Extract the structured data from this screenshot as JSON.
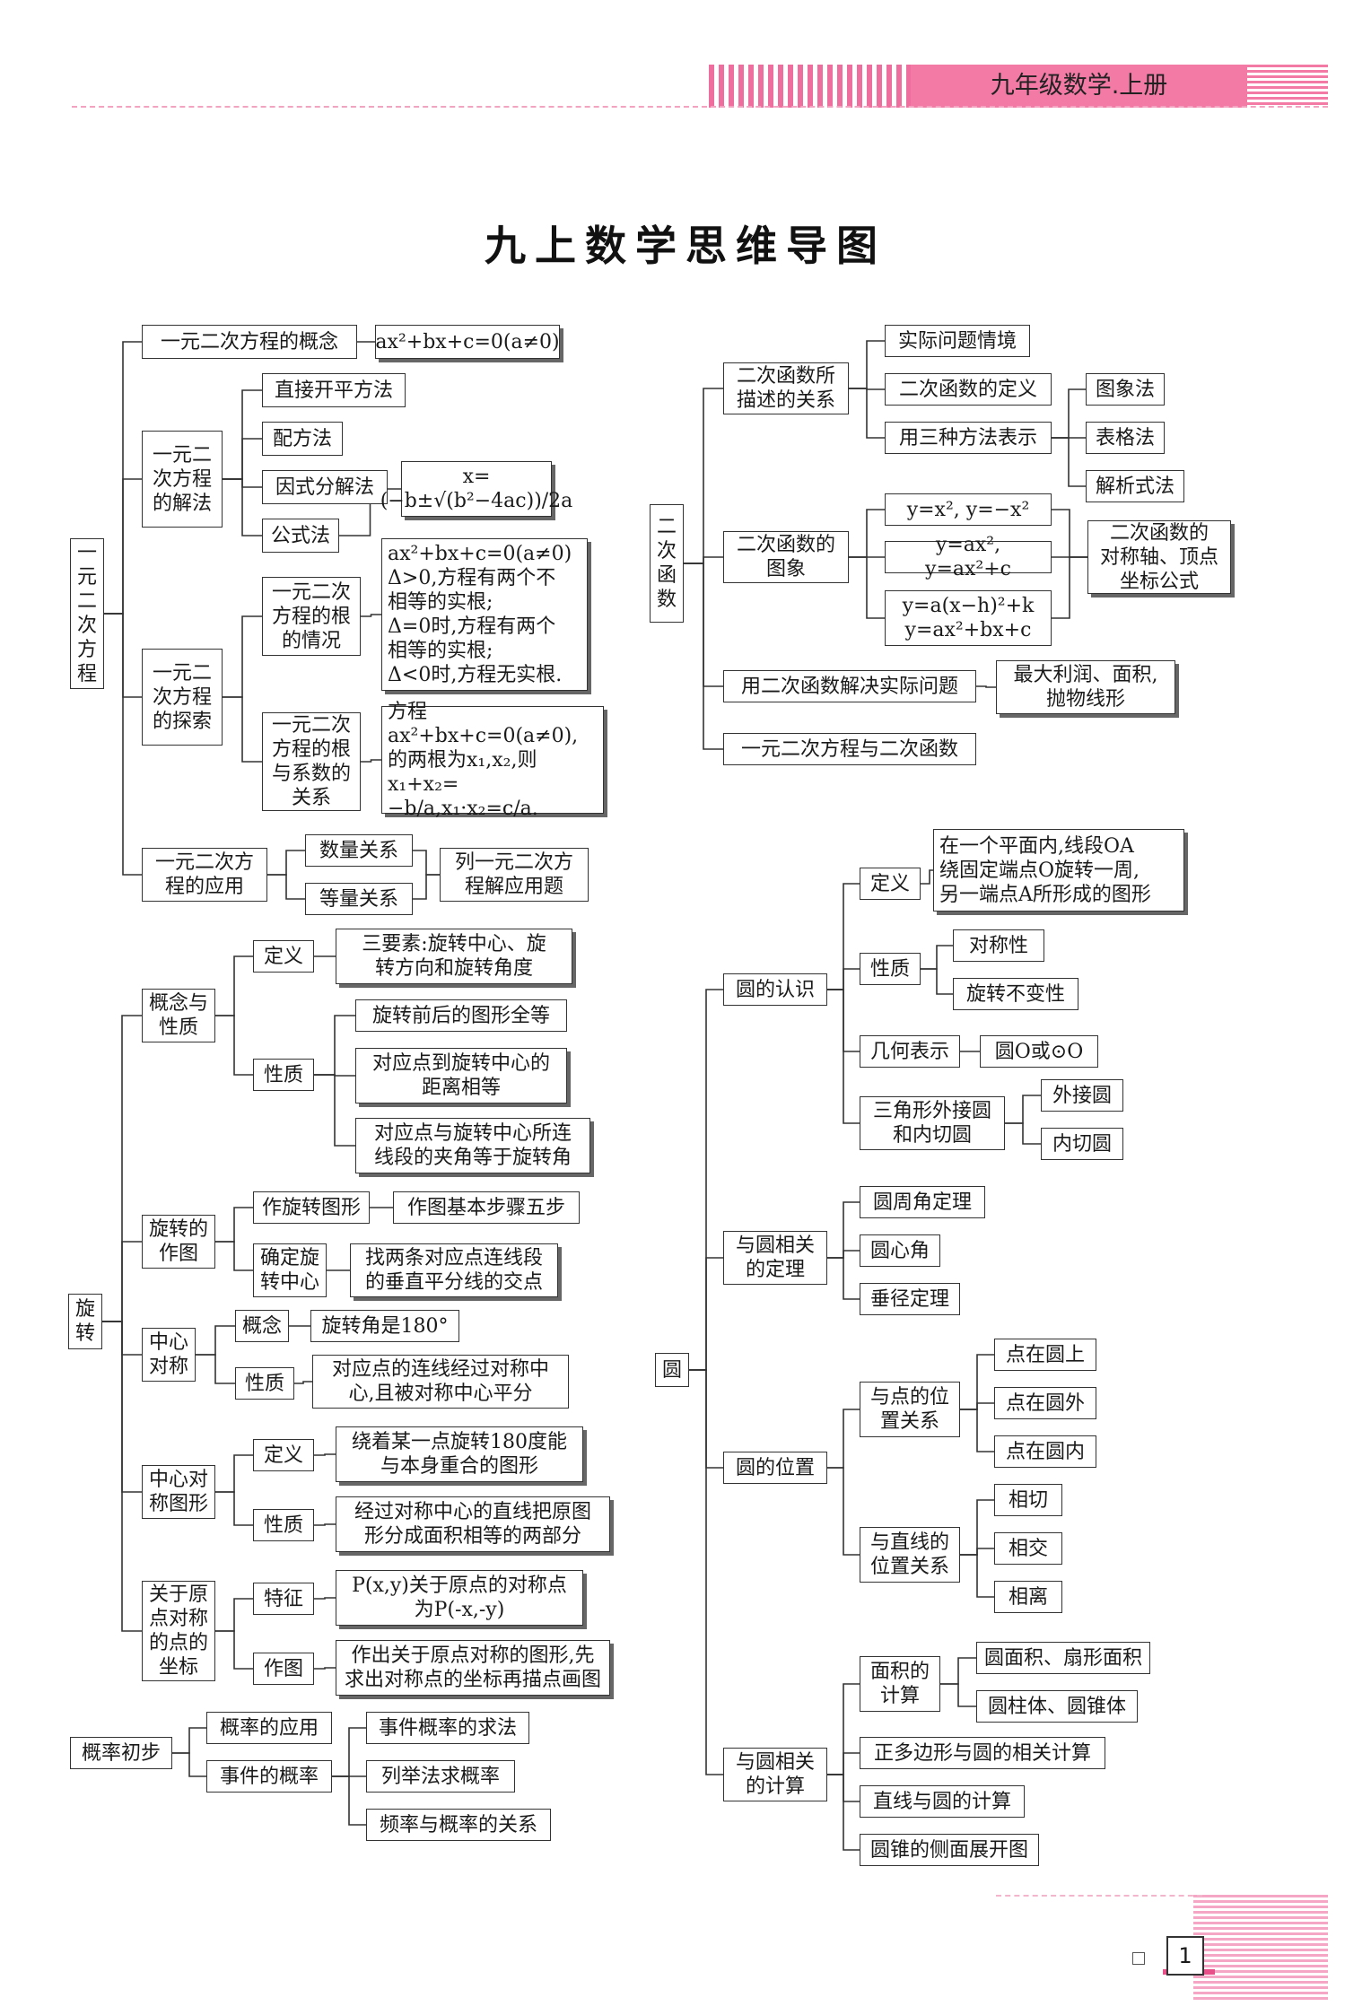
{
  "header": {
    "title": "九年级数学.上册"
  },
  "page": {
    "title": "九上数学思维导图",
    "number": "1"
  },
  "nodes": [
    {
      "id": "L-root",
      "text": "一\n元\n二\n次\n方\n程"
    },
    {
      "id": "L1",
      "text": "一元二次方程的概念"
    },
    {
      "id": "L1a",
      "text": "ax²+bx+c=0(a≠0)"
    },
    {
      "id": "L2",
      "text": "一元二\n次方程\n的解法"
    },
    {
      "id": "L2a",
      "text": "直接开平方法"
    },
    {
      "id": "L2b",
      "text": "配方法"
    },
    {
      "id": "L2c",
      "text": "因式分解法"
    },
    {
      "id": "L2d",
      "text": "公式法"
    },
    {
      "id": "L2e",
      "text": "x=(−b±√(b²−4ac))/2a"
    },
    {
      "id": "L3",
      "text": "一元二\n次方程\n的探索"
    },
    {
      "id": "L3a",
      "text": "一元二次\n方程的根\n的情况"
    },
    {
      "id": "L3a1",
      "text": "ax²+bx+c=0(a≠0)\nΔ>0,方程有两个不\n相等的实根;\nΔ=0时,方程有两个\n相等的实根;\nΔ<0时,方程无实根."
    },
    {
      "id": "L3b",
      "text": "一元二次\n方程的根\n与系数的\n关系"
    },
    {
      "id": "L3b1",
      "text": "方程ax²+bx+c=0(a≠0),\n的两根为x₁,x₂,则x₁+x₂=\n−b/a,x₁·x₂=c/a."
    },
    {
      "id": "L4",
      "text": "一元二次方\n程的应用"
    },
    {
      "id": "L4a",
      "text": "数量关系"
    },
    {
      "id": "L4b",
      "text": "等量关系"
    },
    {
      "id": "L4c",
      "text": "列一元二次方\n程解应用题"
    },
    {
      "id": "R-root",
      "text": "二\n次\n函\n数"
    },
    {
      "id": "R1",
      "text": "二次函数所\n描述的关系"
    },
    {
      "id": "R1a",
      "text": "实际问题情境"
    },
    {
      "id": "R1b",
      "text": "二次函数的定义"
    },
    {
      "id": "R1c",
      "text": "用三种方法表示"
    },
    {
      "id": "R1c1",
      "text": "图象法"
    },
    {
      "id": "R1c2",
      "text": "表格法"
    },
    {
      "id": "R1c3",
      "text": "解析式法"
    },
    {
      "id": "R2",
      "text": "二次函数的\n图象"
    },
    {
      "id": "R2a",
      "text": "y=x², y=−x²"
    },
    {
      "id": "R2b",
      "text": "y=ax², y=ax²+c"
    },
    {
      "id": "R2c",
      "text": "y=a(x−h)²+k\ny=ax²+bx+c"
    },
    {
      "id": "R2d",
      "text": "二次函数的\n对称轴、顶点\n坐标公式"
    },
    {
      "id": "R3",
      "text": "用二次函数解决实际问题"
    },
    {
      "id": "R3a",
      "text": "最大利润、面积,\n抛物线形"
    },
    {
      "id": "R4",
      "text": "一元二次方程与二次函数"
    },
    {
      "id": "X-root",
      "text": "旋\n转"
    },
    {
      "id": "X1",
      "text": "概念与\n性质"
    },
    {
      "id": "X1a",
      "text": "定义"
    },
    {
      "id": "X1a1",
      "text": "三要素:旋转中心、旋\n转方向和旋转角度"
    },
    {
      "id": "X1b",
      "text": "性质"
    },
    {
      "id": "X1b1",
      "text": "旋转前后的图形全等"
    },
    {
      "id": "X1b2",
      "text": "对应点到旋转中心的\n距离相等"
    },
    {
      "id": "X1b3",
      "text": "对应点与旋转中心所连\n线段的夹角等于旋转角"
    },
    {
      "id": "X2",
      "text": "旋转的\n作图"
    },
    {
      "id": "X2a",
      "text": "作旋转图形"
    },
    {
      "id": "X2a1",
      "text": "作图基本步骤五步"
    },
    {
      "id": "X2b",
      "text": "确定旋\n转中心"
    },
    {
      "id": "X2b1",
      "text": "找两条对应点连线段\n的垂直平分线的交点"
    },
    {
      "id": "X3",
      "text": "中心\n对称"
    },
    {
      "id": "X3a",
      "text": "概念"
    },
    {
      "id": "X3a1",
      "text": "旋转角是180°"
    },
    {
      "id": "X3b",
      "text": "性质"
    },
    {
      "id": "X3b1",
      "text": "对应点的连线经过对称中\n心,且被对称中心平分"
    },
    {
      "id": "X4",
      "text": "中心对\n称图形"
    },
    {
      "id": "X4a",
      "text": "定义"
    },
    {
      "id": "X4a1",
      "text": "绕着某一点旋转180度能\n与本身重合的图形"
    },
    {
      "id": "X4b",
      "text": "性质"
    },
    {
      "id": "X4b1",
      "text": "经过对称中心的直线把原图\n形分成面积相等的两部分"
    },
    {
      "id": "X5",
      "text": "关于原\n点对称\n的点的\n坐标"
    },
    {
      "id": "X5a",
      "text": "特征"
    },
    {
      "id": "X5a1",
      "text": "P(x,y)关于原点的对称点\n为P(-x,-y)"
    },
    {
      "id": "X5b",
      "text": "作图"
    },
    {
      "id": "X5b1",
      "text": "作出关于原点对称的图形,先\n求出对称点的坐标再描点画图"
    },
    {
      "id": "G-root",
      "text": "概率初步"
    },
    {
      "id": "G1",
      "text": "概率的应用"
    },
    {
      "id": "G2",
      "text": "事件的概率"
    },
    {
      "id": "G2a",
      "text": "事件概率的求法"
    },
    {
      "id": "G2b",
      "text": "列举法求概率"
    },
    {
      "id": "G2c",
      "text": "频率与概率的关系"
    },
    {
      "id": "C-root",
      "text": "圆"
    },
    {
      "id": "C1",
      "text": "圆的认识"
    },
    {
      "id": "C1a",
      "text": "定义"
    },
    {
      "id": "C1a1",
      "text": "在一个平面内,线段OA\n绕固定端点O旋转一周,\n另一端点A所形成的图形"
    },
    {
      "id": "C1b",
      "text": "性质"
    },
    {
      "id": "C1b1",
      "text": "对称性"
    },
    {
      "id": "C1b2",
      "text": "旋转不变性"
    },
    {
      "id": "C1c",
      "text": "几何表示"
    },
    {
      "id": "C1c1",
      "text": "圆O或⊙O"
    },
    {
      "id": "C1d",
      "text": "三角形外接圆\n和内切圆"
    },
    {
      "id": "C1d1",
      "text": "外接圆"
    },
    {
      "id": "C1d2",
      "text": "内切圆"
    },
    {
      "id": "C2",
      "text": "与圆相关\n的定理"
    },
    {
      "id": "C2a",
      "text": "圆周角定理"
    },
    {
      "id": "C2b",
      "text": "圆心角"
    },
    {
      "id": "C2c",
      "text": "垂径定理"
    },
    {
      "id": "C3",
      "text": "圆的位置"
    },
    {
      "id": "C3a",
      "text": "与点的位\n置关系"
    },
    {
      "id": "C3a1",
      "text": "点在圆上"
    },
    {
      "id": "C3a2",
      "text": "点在圆外"
    },
    {
      "id": "C3a3",
      "text": "点在圆内"
    },
    {
      "id": "C3b",
      "text": "与直线的\n位置关系"
    },
    {
      "id": "C3b1",
      "text": "相切"
    },
    {
      "id": "C3b2",
      "text": "相交"
    },
    {
      "id": "C3b3",
      "text": "相离"
    },
    {
      "id": "C4",
      "text": "与圆相关\n的计算"
    },
    {
      "id": "C4a",
      "text": "面积的\n计算"
    },
    {
      "id": "C4a1",
      "text": "圆面积、扇形面积"
    },
    {
      "id": "C4a2",
      "text": "圆柱体、圆锥体"
    },
    {
      "id": "C4b",
      "text": "正多边形与圆的相关计算"
    },
    {
      "id": "C4c",
      "text": "直线与圆的计算"
    },
    {
      "id": "C4d",
      "text": "圆锥的侧面展开图"
    }
  ],
  "edges": [
    [
      "L-root",
      "L1"
    ],
    [
      "L-root",
      "L2"
    ],
    [
      "L-root",
      "L3"
    ],
    [
      "L-root",
      "L4"
    ],
    [
      "L1",
      "L1a"
    ],
    [
      "L2",
      "L2a"
    ],
    [
      "L2",
      "L2b"
    ],
    [
      "L2",
      "L2c"
    ],
    [
      "L2",
      "L2d"
    ],
    [
      "L2d",
      "L2e"
    ],
    [
      "L3",
      "L3a"
    ],
    [
      "L3",
      "L3b"
    ],
    [
      "L3a",
      "L3a1"
    ],
    [
      "L3b",
      "L3b1"
    ],
    [
      "L4",
      "L4a"
    ],
    [
      "L4",
      "L4b"
    ],
    [
      "L4a",
      "L4c"
    ],
    [
      "L4b",
      "L4c"
    ],
    [
      "R-root",
      "R1"
    ],
    [
      "R-root",
      "R2"
    ],
    [
      "R-root",
      "R3"
    ],
    [
      "R-root",
      "R4"
    ],
    [
      "R1",
      "R1a"
    ],
    [
      "R1",
      "R1b"
    ],
    [
      "R1",
      "R1c"
    ],
    [
      "R1c",
      "R1c1"
    ],
    [
      "R1c",
      "R1c2"
    ],
    [
      "R1c",
      "R1c3"
    ],
    [
      "R2",
      "R2a"
    ],
    [
      "R2",
      "R2b"
    ],
    [
      "R2",
      "R2c"
    ],
    [
      "R2a",
      "R2d"
    ],
    [
      "R2b",
      "R2d"
    ],
    [
      "R2c",
      "R2d"
    ],
    [
      "R3",
      "R3a"
    ],
    [
      "X-root",
      "X1"
    ],
    [
      "X-root",
      "X2"
    ],
    [
      "X-root",
      "X3"
    ],
    [
      "X-root",
      "X4"
    ],
    [
      "X-root",
      "X5"
    ],
    [
      "X1",
      "X1a"
    ],
    [
      "X1",
      "X1b"
    ],
    [
      "X1a",
      "X1a1"
    ],
    [
      "X1b",
      "X1b1"
    ],
    [
      "X1b",
      "X1b2"
    ],
    [
      "X1b",
      "X1b3"
    ],
    [
      "X2",
      "X2a"
    ],
    [
      "X2",
      "X2b"
    ],
    [
      "X2a",
      "X2a1"
    ],
    [
      "X2b",
      "X2b1"
    ],
    [
      "X3",
      "X3a"
    ],
    [
      "X3",
      "X3b"
    ],
    [
      "X3a",
      "X3a1"
    ],
    [
      "X3b",
      "X3b1"
    ],
    [
      "X4",
      "X4a"
    ],
    [
      "X4",
      "X4b"
    ],
    [
      "X4a",
      "X4a1"
    ],
    [
      "X4b",
      "X4b1"
    ],
    [
      "X5",
      "X5a"
    ],
    [
      "X5",
      "X5b"
    ],
    [
      "X5a",
      "X5a1"
    ],
    [
      "X5b",
      "X5b1"
    ],
    [
      "G-root",
      "G1"
    ],
    [
      "G-root",
      "G2"
    ],
    [
      "G2",
      "G2a"
    ],
    [
      "G2",
      "G2b"
    ],
    [
      "G2",
      "G2c"
    ],
    [
      "C-root",
      "C1"
    ],
    [
      "C-root",
      "C2"
    ],
    [
      "C-root",
      "C3"
    ],
    [
      "C-root",
      "C4"
    ],
    [
      "C1",
      "C1a"
    ],
    [
      "C1",
      "C1b"
    ],
    [
      "C1",
      "C1c"
    ],
    [
      "C1",
      "C1d"
    ],
    [
      "C1a",
      "C1a1"
    ],
    [
      "C1b",
      "C1b1"
    ],
    [
      "C1b",
      "C1b2"
    ],
    [
      "C1c",
      "C1c1"
    ],
    [
      "C1d",
      "C1d1"
    ],
    [
      "C1d",
      "C1d2"
    ],
    [
      "C2",
      "C2a"
    ],
    [
      "C2",
      "C2b"
    ],
    [
      "C2",
      "C2c"
    ],
    [
      "C3",
      "C3a"
    ],
    [
      "C3",
      "C3b"
    ],
    [
      "C3a",
      "C3a1"
    ],
    [
      "C3a",
      "C3a2"
    ],
    [
      "C3a",
      "C3a3"
    ],
    [
      "C3b",
      "C3b1"
    ],
    [
      "C3b",
      "C3b2"
    ],
    [
      "C3b",
      "C3b3"
    ],
    [
      "C4",
      "C4a"
    ],
    [
      "C4",
      "C4b"
    ],
    [
      "C4",
      "C4c"
    ],
    [
      "C4",
      "C4d"
    ],
    [
      "C4a",
      "C4a1"
    ],
    [
      "C4a",
      "C4a2"
    ]
  ]
}
